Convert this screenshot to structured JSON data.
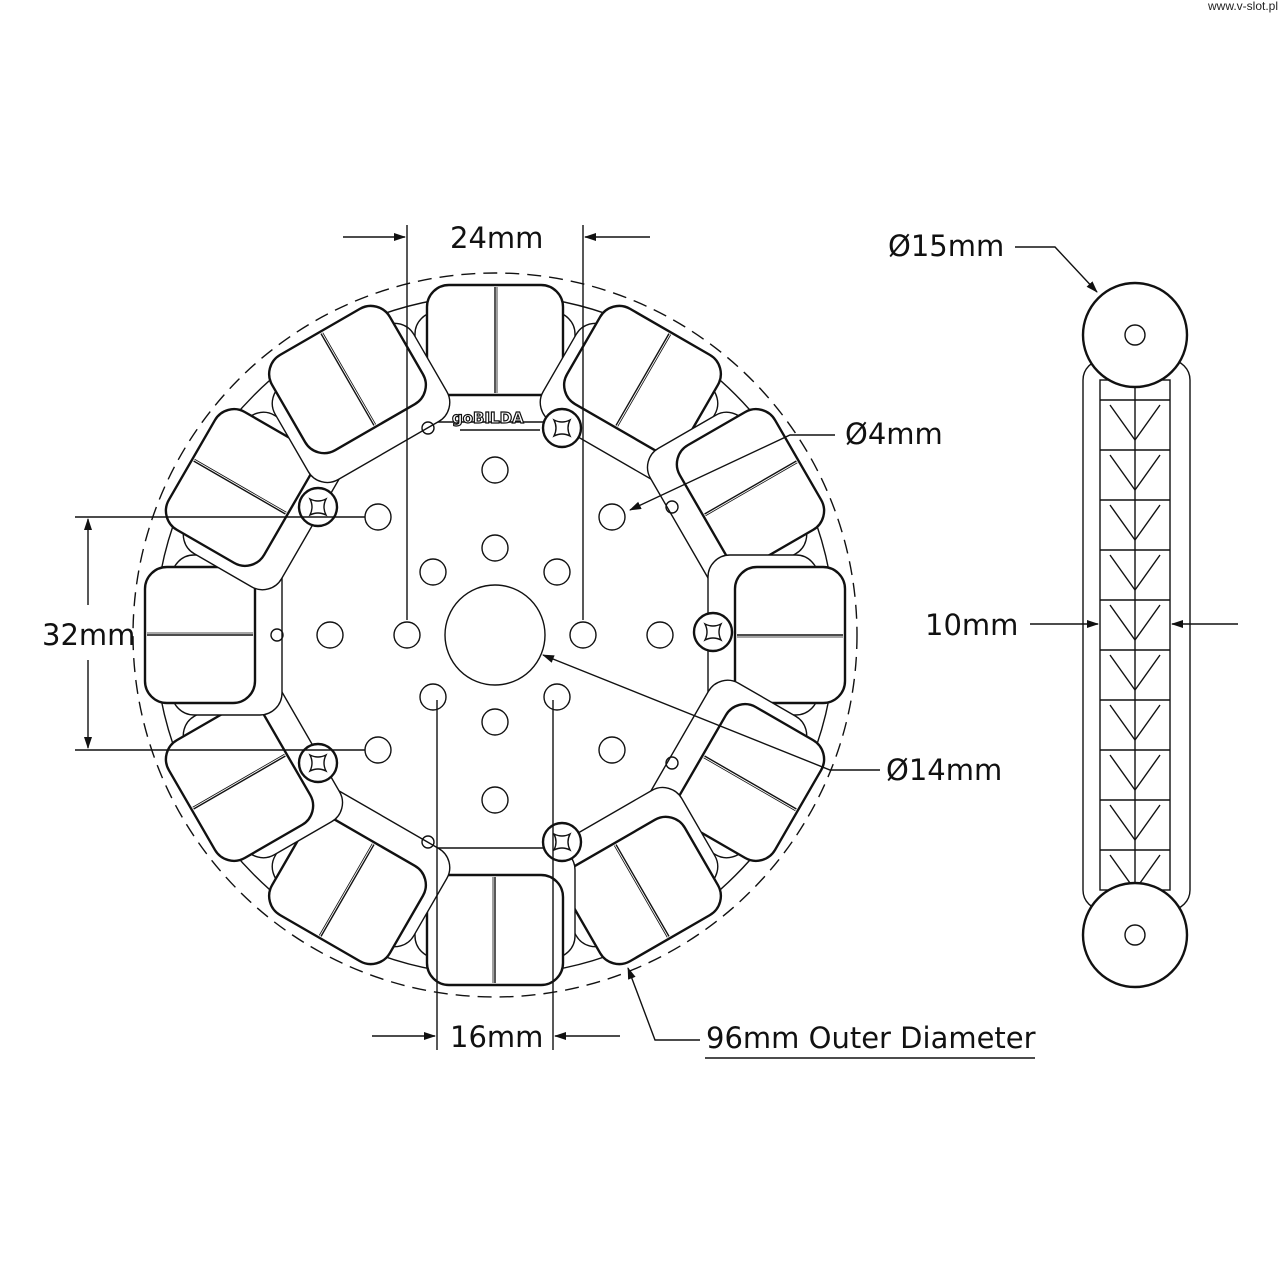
{
  "watermark": "www.v-slot.pl",
  "logo": "goBILDA",
  "dimensions": {
    "roller_width": "24mm",
    "mount_hole": "Ø4mm",
    "pattern_spacing": "32mm",
    "bore": "Ø14mm",
    "hole_spacing": "16mm",
    "outer_diameter": "96mm Outer Diameter",
    "roller_diameter": "Ø15mm",
    "thickness": "10mm"
  },
  "roller_count": 12
}
